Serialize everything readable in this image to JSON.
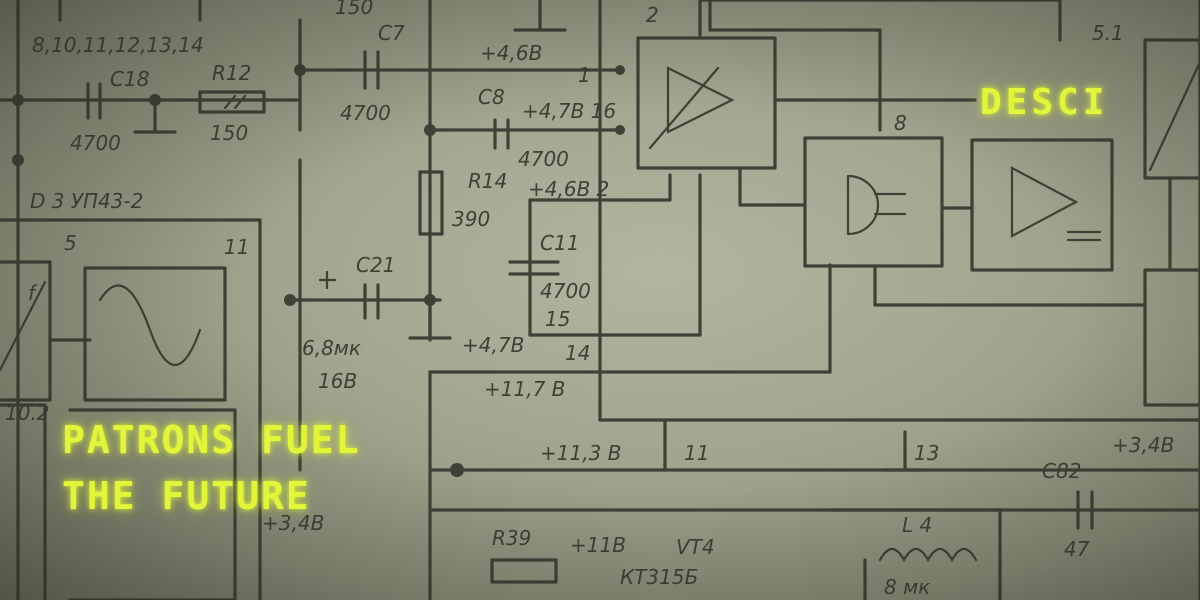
{
  "headline": {
    "line1": "PATRONS FUEL",
    "line2": "THE FUTURE"
  },
  "tag": "DESCI",
  "schematic_labels": {
    "top_left_numbers": "8,10,11,12,13,14",
    "c18": "C18",
    "c18_value": "4700",
    "r12": "R12",
    "r12_value": "150",
    "top_150": "150",
    "c7": "C7",
    "c7_value": "4700",
    "v1": "+4,6B",
    "pin1": "1",
    "c8": "C8",
    "v2": "+4,7B 16",
    "c8_value": "4700",
    "r14": "R14",
    "v3": "+4,6B 2",
    "r14_value": "390",
    "ic_name": "D 3 УП43-2",
    "pin5": "5",
    "pin11": "11",
    "f_label": "f",
    "c21": "C21",
    "c21_value": "6,8мк",
    "c21_voltage": "16B",
    "c11": "C11",
    "c11_value": "4700",
    "pin15": "15",
    "v4": "+4,7B",
    "pin14": "14",
    "v5": "+11,7 B",
    "pin102": "10.2",
    "v6": "+11,3 B",
    "pin11b": "11",
    "pin13": "13",
    "v7": "+3,4B",
    "c82": "C82",
    "c82_value": "47",
    "v8": "+3,4B",
    "r39": "R39",
    "v9": "+11B",
    "vt4": "VT4",
    "vt4_part": "КТ315Б",
    "l4": "L 4",
    "l4_value": "8 мк",
    "pin2": "2",
    "pin8": "8",
    "pin51": "5.1"
  },
  "colors": {
    "accent_text": "#e2f53a",
    "ink": "#3e4136",
    "paper": "#a2a58f"
  }
}
